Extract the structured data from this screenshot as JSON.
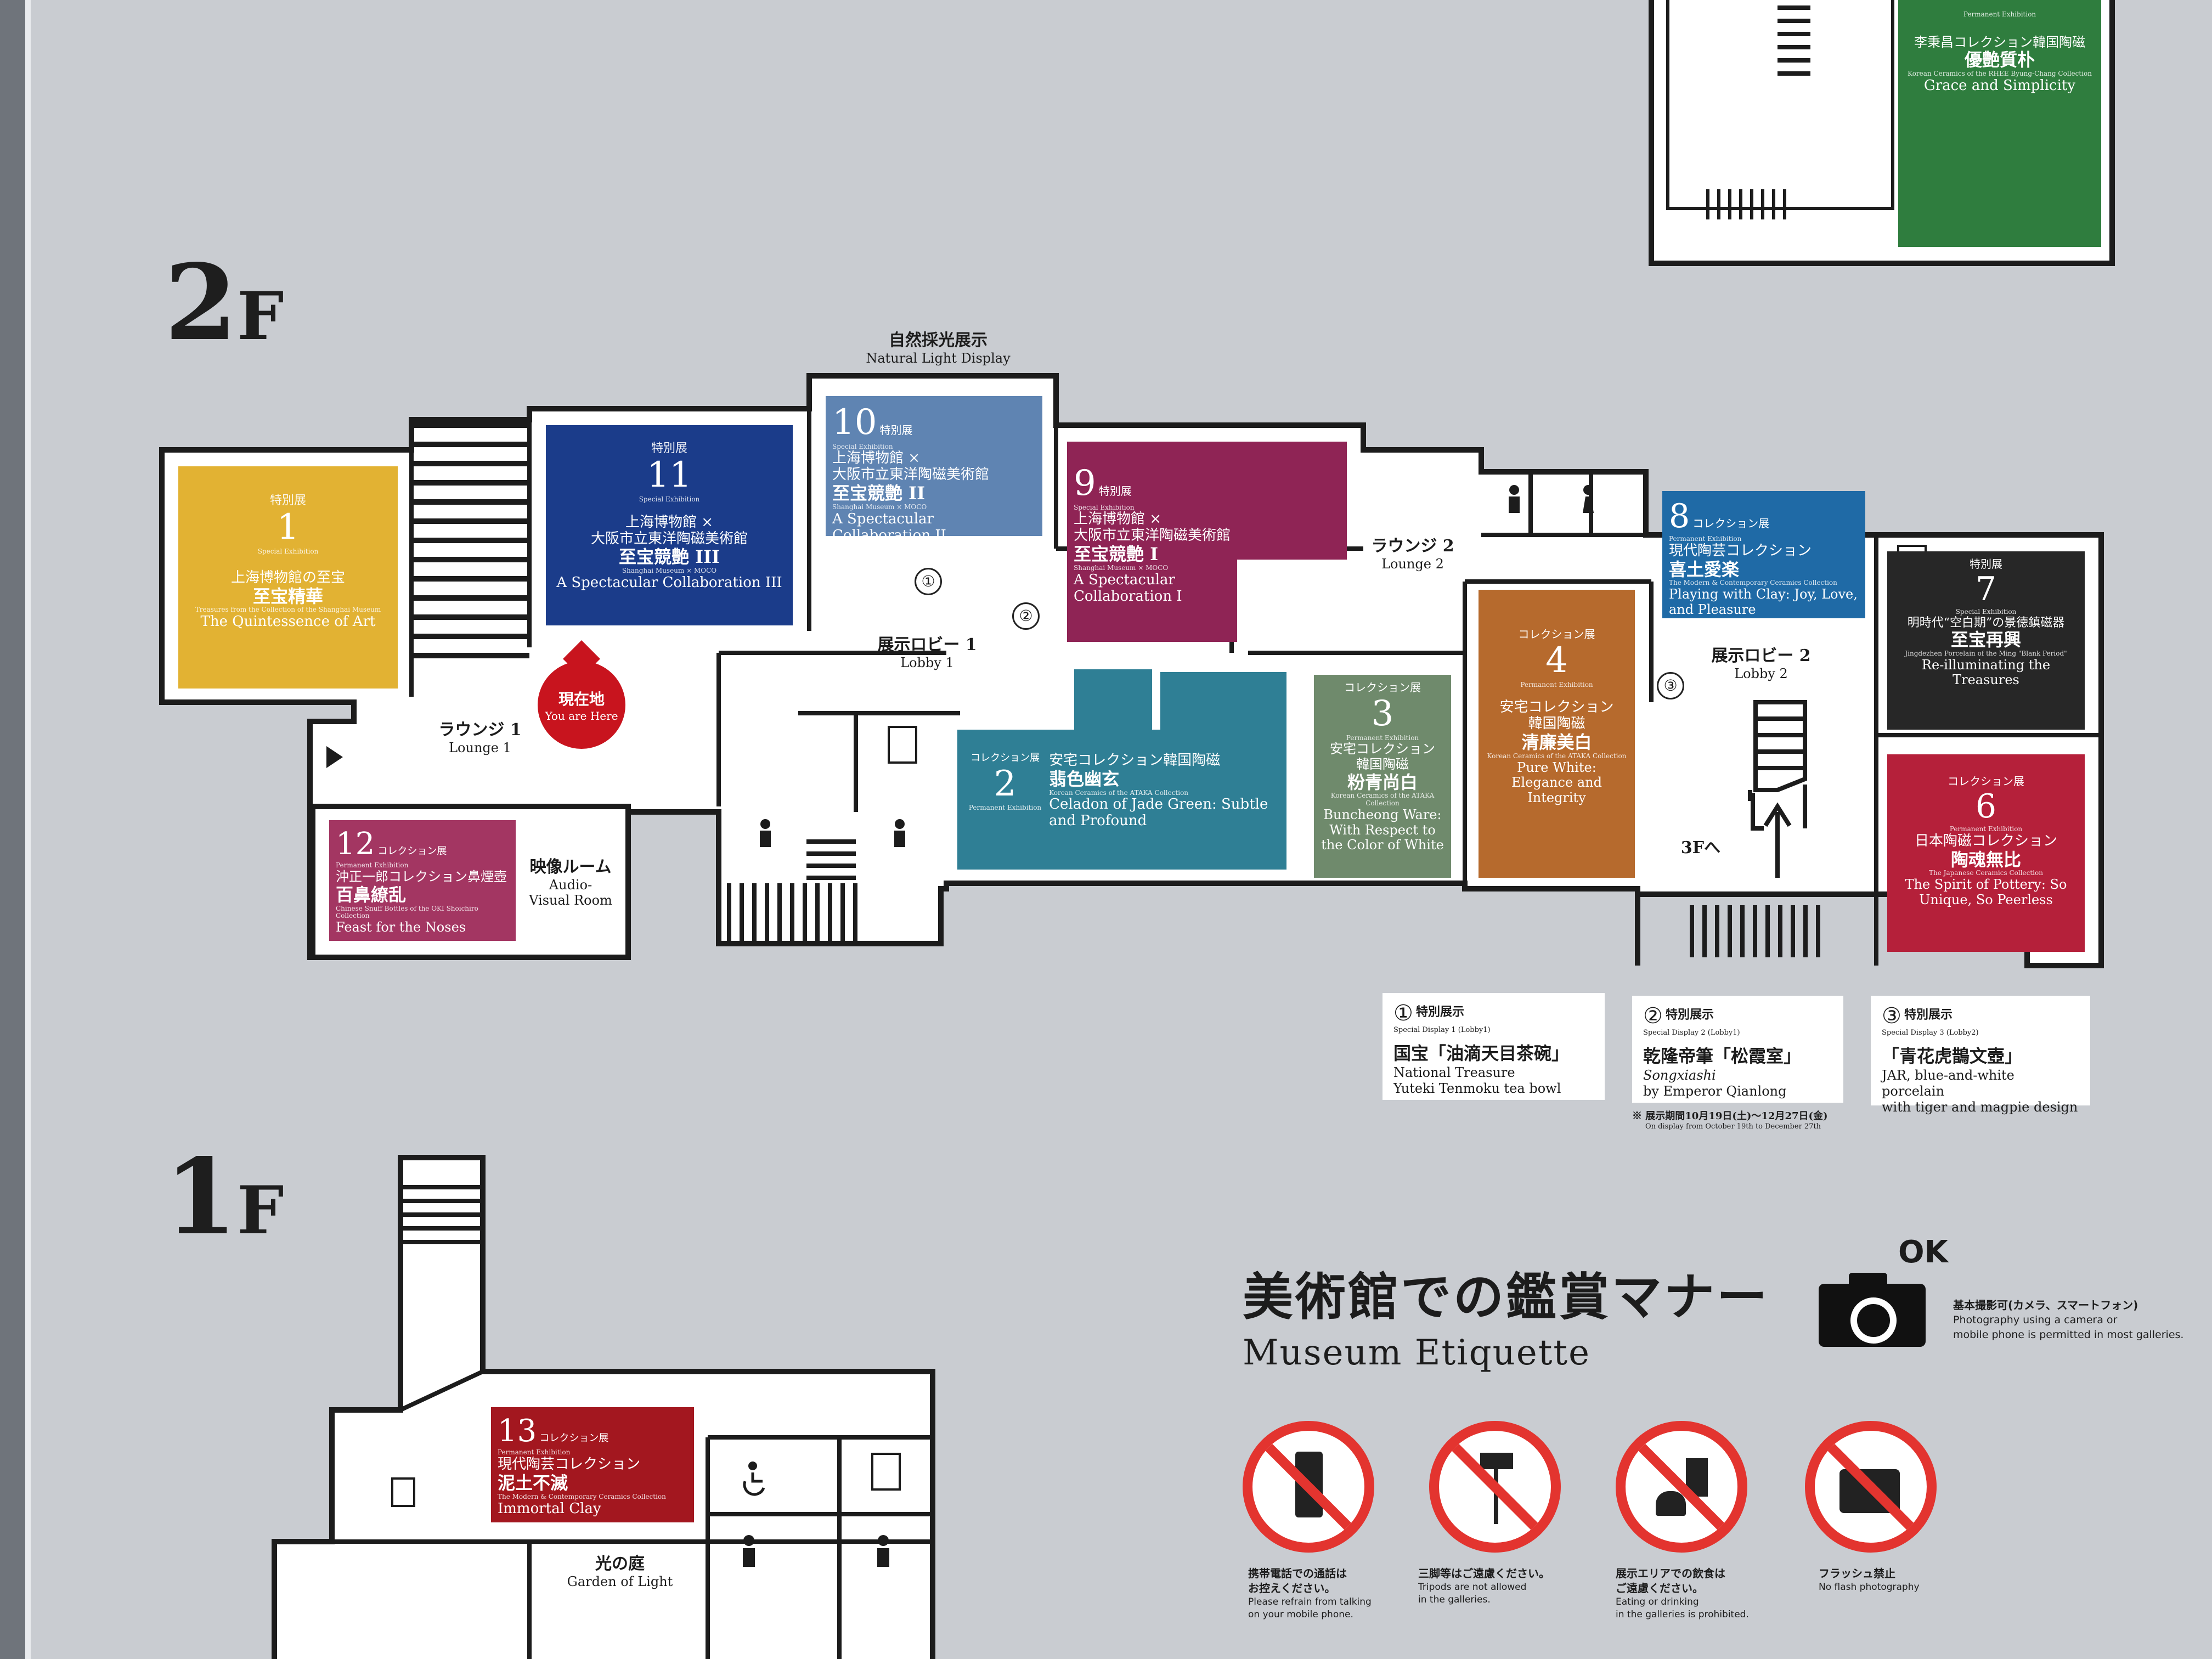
{
  "floors": {
    "f2": {
      "num": "2",
      "unit": "F"
    },
    "f1": {
      "num": "1",
      "unit": "F"
    }
  },
  "rooms": {
    "r1": {
      "tag": "特別展",
      "num": "1",
      "sub": "Special Exhibition",
      "jp": "上海博物館の至宝",
      "jpb": "至宝精華",
      "en_sub": "Treasures from the Collection of the Shanghai Museum",
      "en": "The Quintessence of Art",
      "color": "#e2b233"
    },
    "r11": {
      "tag": "特別展",
      "num": "11",
      "sub": "Special Exhibition",
      "jp1": "上海博物館 ×",
      "jp2": "大阪市立東洋陶磁美術館",
      "jpb": "至宝競艶 III",
      "en_sub": "Shanghai Museum × MOCO",
      "en": "A Spectacular Collaboration III",
      "color": "#1b3c8a"
    },
    "r10": {
      "num": "10",
      "tag": "特別展",
      "sub": "Special Exhibition",
      "jp1": "上海博物館 ×",
      "jp2": "大阪市立東洋陶磁美術館",
      "jpb": "至宝競艶 II",
      "en_sub": "Shanghai Museum × MOCO",
      "en": "A Spectacular Collaboration II",
      "color": "#5f84b2"
    },
    "r9": {
      "num": "9",
      "tag": "特別展",
      "sub": "Special Exhibition",
      "jp1": "上海博物館 ×",
      "jp2": "大阪市立東洋陶磁美術館",
      "jpb": "至宝競艶 I",
      "en_sub": "Shanghai Museum × MOCO",
      "en": "A Spectacular Collaboration I",
      "color": "#8f2455"
    },
    "r8": {
      "num": "8",
      "tag": "コレクション展",
      "sub": "Permanent Exhibition",
      "jp": "現代陶芸コレクション",
      "jpb": "喜土愛楽",
      "en_sub": "The Modern & Contemporary Ceramics Collection",
      "en": "Playing with Clay: Joy, Love, and Pleasure",
      "color": "#1f6aa6"
    },
    "r7": {
      "num": "7",
      "tag": "特別展",
      "sub": "Special Exhibition",
      "jp": "明時代“空白期”の景徳鎮磁器",
      "jpb": "至宝再興",
      "en_sub": "Jingdezhen Porcelain of the Ming \"Blank Period\"",
      "en": "Re-illuminating the Treasures",
      "color": "#272727"
    },
    "r6": {
      "num": "6",
      "tag": "コレクション展",
      "sub": "Permanent Exhibition",
      "jp": "日本陶磁コレクション",
      "jpb": "陶魂無比",
      "en_sub": "The Japanese Ceramics Collection",
      "en": "The Spirit of Pottery: So Unique, So Peerless",
      "color": "#b5203a"
    },
    "r4": {
      "num": "4",
      "tag": "コレクション展",
      "sub": "Permanent Exhibition",
      "jp1": "安宅コレクション",
      "jp2": "韓国陶磁",
      "jpb": "清廉美白",
      "en_sub": "Korean Ceramics of the ATAKA Collection",
      "en": "Pure White: Elegance and Integrity",
      "color": "#b66a2d"
    },
    "r3": {
      "num": "3",
      "tag": "コレクション展",
      "sub": "Permanent Exhibition",
      "jp1": "安宅コレクション",
      "jp2": "韓国陶磁",
      "jpb": "粉青尚白",
      "en_sub": "Korean Ceramics of the ATAKA Collection",
      "en": "Buncheong Ware: With Respect to the Color of White",
      "color": "#6f8a6c"
    },
    "r2": {
      "num": "2",
      "tag": "コレクション展",
      "sub": "Permanent Exhibition",
      "jp": "安宅コレクション韓国陶磁",
      "jpb": "翡色幽玄",
      "en_sub": "Korean Ceramics of the ATAKA Collection",
      "en": "Celadon of Jade Green: Subtle and Profound",
      "color": "#2f7f95"
    },
    "r12": {
      "num": "12",
      "tag": "コレクション展",
      "sub": "Permanent Exhibition",
      "jp": "沖正一郎コレクション鼻煙壺",
      "jpb": "百鼻繚乱",
      "en_sub": "Chinese Snuff Bottles of the OKI Shoichiro Collection",
      "en": "Feast for the Noses",
      "color": "#a33662"
    },
    "r13": {
      "num": "13",
      "tag": "コレクション展",
      "sub": "Permanent Exhibition",
      "jp": "現代陶芸コレクション",
      "jpb": "泥土不滅",
      "en_sub": "The Modern & Contemporary Ceramics Collection",
      "en": "Immortal Clay",
      "color": "#a3171f"
    },
    "r3f": {
      "jp": "李秉昌コレクション韓国陶磁",
      "jpb": "優艶質朴",
      "en_sub": "Korean Ceramics of the RHEE Byung-Chang Collection",
      "sub": "Permanent Exhibition",
      "en": "Grace and Simplicity",
      "color": "#2f7d3e"
    }
  },
  "labels": {
    "natural_jp": "自然採光展示",
    "natural_en": "Natural Light Display",
    "lounge2_jp": "ラウンジ 2",
    "lounge2_en": "Lounge 2",
    "lobby1_jp": "展示ロビー 1",
    "lobby1_en": "Lobby 1",
    "lobby2_jp": "展示ロビー 2",
    "lobby2_en": "Lobby 2",
    "lounge1_jp": "ラウンジ 1",
    "lounge1_en": "Lounge 1",
    "av_jp": "映像ルーム",
    "av_en1": "Audio-",
    "av_en2": "Visual Room",
    "here_jp": "現在地",
    "here_en": "You are Here",
    "to3f": "3Fへ",
    "garden_jp": "光の庭",
    "garden_en": "Garden of Light",
    "c1": "①",
    "c2": "②",
    "c3": "③"
  },
  "cards": {
    "c1": {
      "num": "①",
      "ttl": "特別展示",
      "sm": "Special Display 1 (Lobby1)",
      "main": "国宝「油滴天目茶碗」",
      "en1": "National Treasure",
      "en2": "Yuteki Tenmoku tea bowl"
    },
    "c2": {
      "num": "②",
      "ttl": "特別展示",
      "sm": "Special Display 2 (Lobby1)",
      "main": "乾隆帝筆「松霞室」",
      "en1": "Songxiashi",
      "en2": "by Emperor Qianlong"
    },
    "c3": {
      "num": "③",
      "ttl": "特別展示",
      "sm": "Special Display 3 (Lobby2)",
      "main": "「青花虎鵲文壺」",
      "en1": "JAR, blue-and-white porcelain",
      "en2": "with tiger and magpie design"
    },
    "period_jp": "※ 展示期間10月19日(土)〜12月27日(金)",
    "period_en": "On display from October 19th to December 27th"
  },
  "etiquette": {
    "title_jp": "美術館での鑑賞マナー",
    "title_en": "Museum Etiquette",
    "ok": "OK",
    "photo_jp": "基本撮影可(カメラ、スマートフォン)",
    "photo_en1": "Photography using a camera or",
    "photo_en2": "mobile phone is permitted in most galleries.",
    "rules": [
      {
        "jp1": "携帯電話での通話は",
        "jp2": "お控えください。",
        "en1": "Please refrain from talking",
        "en2": "on your mobile phone."
      },
      {
        "jp1": "三脚等はご遠慮ください。",
        "jp2": "",
        "en1": "Tripods are not allowed",
        "en2": "in the galleries."
      },
      {
        "jp1": "展示エリアでの飲食は",
        "jp2": "ご遠慮ください。",
        "en1": "Eating or drinking",
        "en2": "in the galleries is prohibited."
      },
      {
        "jp1": "フラッシュ禁止",
        "jp2": "",
        "en1": "No flash photography",
        "en2": ""
      }
    ]
  },
  "colors": {
    "accent_red": "#c8141e",
    "sign_red": "#e3342f",
    "background": "#c9ccd1"
  }
}
